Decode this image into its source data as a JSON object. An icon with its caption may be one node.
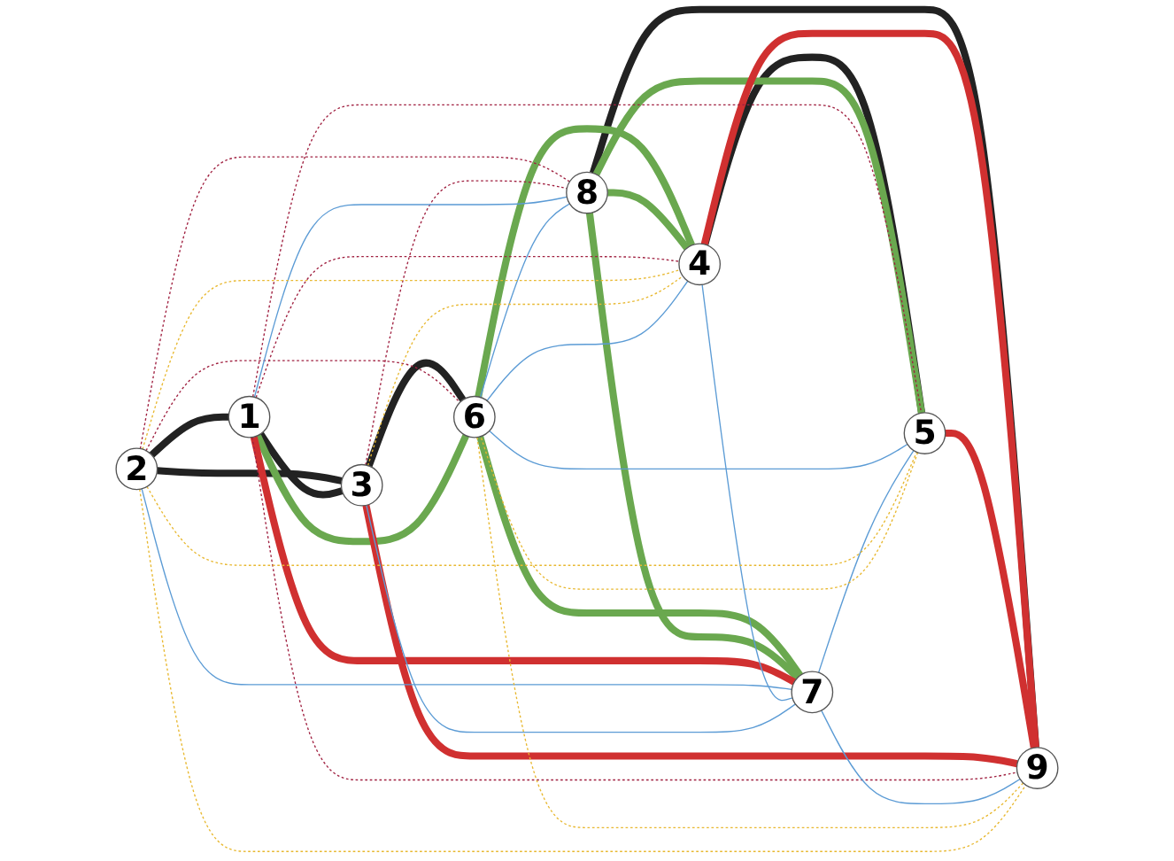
{
  "diagram": {
    "nodes": [
      {
        "text": [
          "2"
        ]
      },
      {
        "text": [
          "1"
        ]
      },
      {
        "text": [
          "4"
        ]
      },
      {
        "text": [
          "3"
        ]
      },
      {
        "text": [
          "8"
        ]
      },
      {
        "text": [
          "5"
        ]
      },
      {
        "text": [
          "6"
        ]
      },
      {
        "text": [
          "7"
        ]
      },
      {
        "text": [
          "9"
        ]
      }
    ],
    "edges": [
      {
        "from": 0,
        "to": 1,
        "arrow": "none",
        "style": "thick",
        "color": "#222222"
      },
      {
        "from": 0,
        "to": 3,
        "arrow": "none",
        "style": "thick",
        "color": "#222222"
      },
      {
        "from": 1,
        "to": 3,
        "arrow": "none",
        "style": "thick",
        "color": "#222222"
      },
      {
        "from": 3,
        "to": 6,
        "arrow": "none",
        "style": "thick",
        "color": "#222222"
      },
      {
        "from": 2,
        "to": 5,
        "arrow": "none",
        "style": "thick",
        "color": "#222222"
      },
      {
        "from": 4,
        "to": 8,
        "arrow": "none",
        "style": "thick",
        "color": "#222222"
      },
      {
        "from": 6,
        "to": 1,
        "arrow": "none",
        "style": "thick",
        "color": "#6aa84f"
      },
      {
        "from": 6,
        "to": 2,
        "arrow": "none",
        "style": "thick",
        "color": "#6aa84f"
      },
      {
        "from": 4,
        "to": 2,
        "arrow": "none",
        "style": "thick",
        "color": "#6aa84f"
      },
      {
        "from": 4,
        "to": 5,
        "arrow": "none",
        "style": "thick",
        "color": "#6aa84f"
      },
      {
        "from": 6,
        "to": 7,
        "arrow": "none",
        "style": "thick",
        "color": "#6aa84f"
      },
      {
        "from": 4,
        "to": 7,
        "arrow": "none",
        "style": "thick",
        "color": "#6aa84f"
      },
      {
        "from": 1,
        "to": 7,
        "arrow": "none",
        "style": "thick",
        "color": "#d03030"
      },
      {
        "from": 2,
        "to": 8,
        "arrow": "none",
        "style": "thick",
        "color": "#d03030"
      },
      {
        "from": 5,
        "to": 8,
        "arrow": "none",
        "style": "thick",
        "color": "#d03030"
      },
      {
        "from": 3,
        "to": 8,
        "arrow": "none",
        "style": "thick",
        "color": "#d03030"
      },
      {
        "from": 1,
        "to": 2,
        "arrow": "none",
        "style": "dashed",
        "color": "#a02040"
      },
      {
        "from": 0,
        "to": 6,
        "arrow": "none",
        "style": "dashed",
        "color": "#a02040"
      },
      {
        "from": 0,
        "to": 4,
        "arrow": "none",
        "style": "dashed",
        "color": "#a02040"
      },
      {
        "from": 1,
        "to": 5,
        "arrow": "none",
        "style": "dashed",
        "color": "#a02040"
      },
      {
        "from": 1,
        "to": 8,
        "arrow": "none",
        "style": "dashed",
        "color": "#a02040"
      },
      {
        "from": 3,
        "to": 4,
        "arrow": "none",
        "style": "dashed",
        "color": "#a02040"
      },
      {
        "from": 0,
        "to": 7,
        "arrow": "none",
        "color": "#5b9bd5"
      },
      {
        "from": 1,
        "to": 4,
        "arrow": "none",
        "color": "#5b9bd5"
      },
      {
        "from": 2,
        "to": 6,
        "arrow": "none",
        "color": "#5b9bd5"
      },
      {
        "from": 2,
        "to": 7,
        "arrow": "none",
        "color": "#5b9bd5"
      },
      {
        "from": 3,
        "to": 7,
        "arrow": "none",
        "color": "#5b9bd5"
      },
      {
        "from": 6,
        "to": 4,
        "arrow": "none",
        "color": "#5b9bd5"
      },
      {
        "from": 6,
        "to": 5,
        "arrow": "none",
        "color": "#5b9bd5"
      },
      {
        "from": 7,
        "to": 5,
        "arrow": "none",
        "color": "#5b9bd5"
      },
      {
        "from": 7,
        "to": 8,
        "arrow": "none",
        "color": "#5b9bd5"
      },
      {
        "from": 0,
        "to": 2,
        "arrow": "none",
        "style": "dashed",
        "color": "#e8b830"
      },
      {
        "from": 6,
        "to": 8,
        "arrow": "none",
        "style": "dashed",
        "color": "#e8b830"
      },
      {
        "from": 0,
        "to": 5,
        "arrow": "none",
        "style": "dashed",
        "color": "#e8b830"
      },
      {
        "from": 3,
        "to": 2,
        "arrow": "none",
        "style": "dashed",
        "color": "#e8b830"
      },
      {
        "from": 0,
        "to": 8,
        "arrow": "none",
        "style": "dashed",
        "color": "#e8b830"
      },
      {
        "from": 5,
        "to": 6,
        "arrow": "none",
        "style": "dashed",
        "color": "#e8b830"
      }
    ]
  }
}
